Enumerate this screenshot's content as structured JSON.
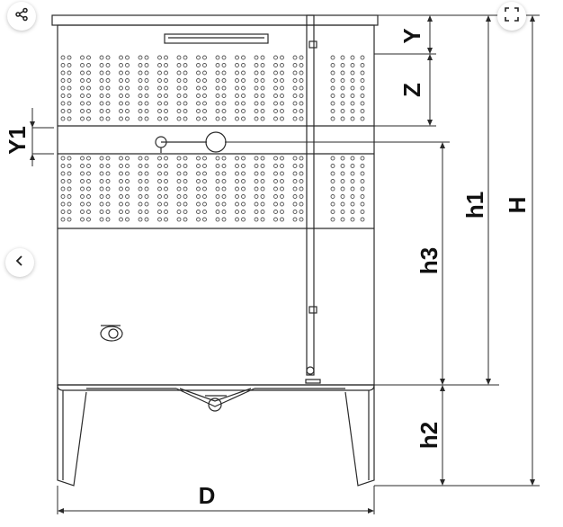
{
  "drawing": {
    "dimension_labels": {
      "Y": "Y",
      "Z": "Z",
      "Y1": "Y1",
      "h1": "h1",
      "H": "H",
      "h3": "h3",
      "h2": "h2",
      "D": "D"
    }
  },
  "controls": {
    "share_icon": "share-icon",
    "fullscreen_icon": "fullscreen-icon",
    "prev_icon": "chevron-left-icon"
  },
  "colors": {
    "line": "#2a2a2a",
    "hole": "#555555"
  }
}
